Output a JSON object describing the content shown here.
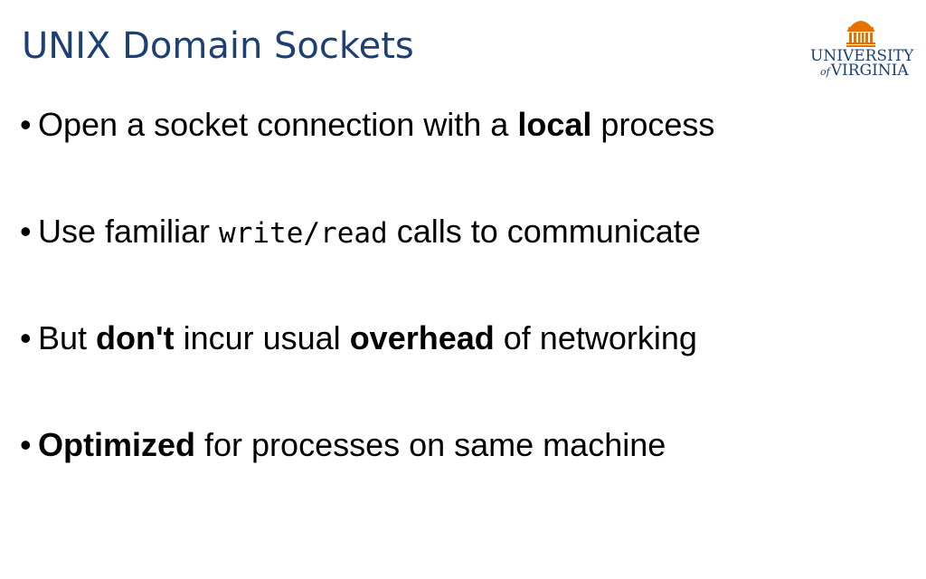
{
  "slide": {
    "title": "UNIX Domain Sockets",
    "logo": {
      "line1": "UNIVERSITY",
      "line2_of": "of",
      "line2": "VIRGINIA",
      "colors": {
        "navy": "#1c3f74",
        "orange": "#e57200"
      }
    },
    "bullets": [
      {
        "marker": "•",
        "parts": [
          "Open a socket connection with a ",
          "local",
          " process"
        ]
      },
      {
        "marker": "•",
        "parts": [
          "Use familiar ",
          "write",
          "/",
          "read",
          " calls to communicate"
        ]
      },
      {
        "marker": "•",
        "parts": [
          "But ",
          "don't",
          " incur usual ",
          "overhead",
          " of networking"
        ]
      },
      {
        "marker": "•",
        "parts": [
          "Optimized",
          " for processes on same machine"
        ]
      }
    ]
  },
  "colors": {
    "title": "#1c3f74",
    "text": "#000000",
    "background": "#ffffff"
  }
}
